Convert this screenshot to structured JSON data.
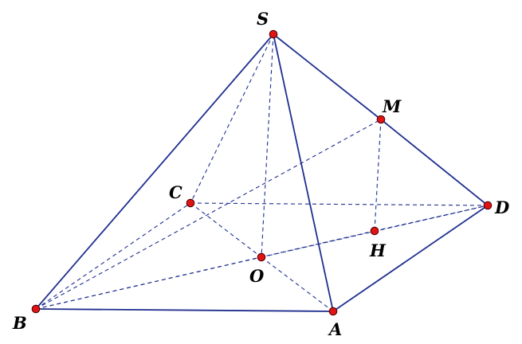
{
  "points": [
    {
      "id": "S",
      "label": "S"
    },
    {
      "id": "M",
      "label": "M"
    },
    {
      "id": "C",
      "label": "C"
    },
    {
      "id": "D",
      "label": "D"
    },
    {
      "id": "H",
      "label": "H"
    },
    {
      "id": "O",
      "label": "O"
    },
    {
      "id": "B",
      "label": "B"
    },
    {
      "id": "A",
      "label": "A"
    }
  ],
  "segments": {
    "solid": [
      [
        "S",
        "B"
      ],
      [
        "S",
        "A"
      ],
      [
        "S",
        "M"
      ],
      [
        "M",
        "D"
      ],
      [
        "B",
        "A"
      ],
      [
        "A",
        "D"
      ]
    ],
    "dashed": [
      [
        "S",
        "C"
      ],
      [
        "S",
        "O"
      ],
      [
        "B",
        "C"
      ],
      [
        "C",
        "D"
      ],
      [
        "C",
        "O"
      ],
      [
        "O",
        "A"
      ],
      [
        "B",
        "O"
      ],
      [
        "O",
        "D"
      ],
      [
        "B",
        "M"
      ],
      [
        "B",
        "H"
      ],
      [
        "H",
        "D"
      ],
      [
        "M",
        "H"
      ]
    ]
  },
  "colors": {
    "line": "#1f2f8f",
    "point": "#e01414"
  }
}
